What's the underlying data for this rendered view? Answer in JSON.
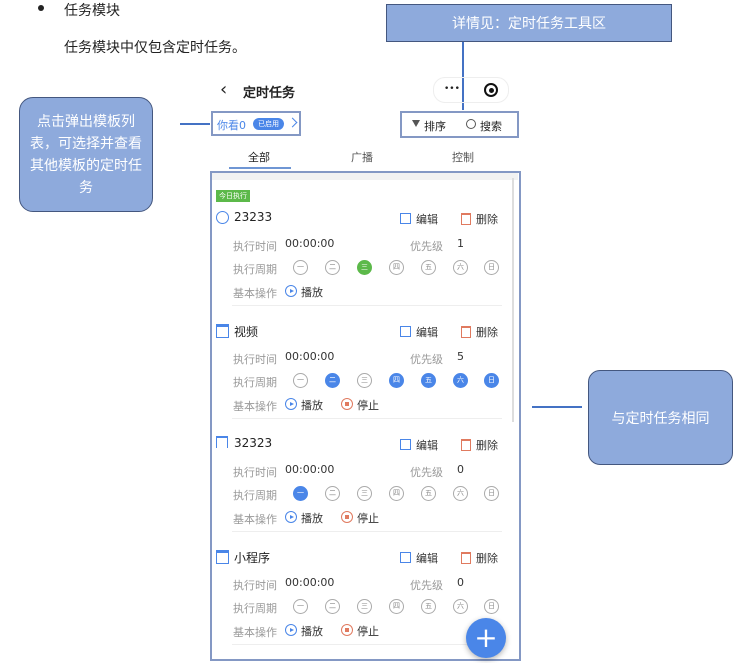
{
  "doc": {
    "bullet": "任务模块",
    "desc": "任务模块中仅包含定时任务。"
  },
  "callouts": {
    "toolbar": "详情见：定时任务工具区",
    "template": "点击弹出模板列表，可选择并查看其他模板的定时任务",
    "same": "与定时任务相同"
  },
  "app": {
    "title": "定时任务",
    "back": "‹",
    "more": "•••",
    "template_name": "你看0",
    "template_badge": "已启用",
    "sort": "排序",
    "search": "搜索",
    "tabs": [
      {
        "label": "全部"
      },
      {
        "label": "广播"
      },
      {
        "label": "控制"
      }
    ],
    "labels": {
      "time": "执行时间",
      "period": "执行周期",
      "ops": "基本操作",
      "priority": "优先级",
      "edit": "编辑",
      "delete": "删除",
      "play": "播放",
      "stop": "停止",
      "today": "今日执行"
    },
    "weekdays": [
      "一",
      "二",
      "三",
      "四",
      "五",
      "六",
      "日"
    ],
    "tasks": [
      {
        "name": "23233",
        "icon": "dial-icon",
        "today": true,
        "time": "00:00:00",
        "priority": "1",
        "days": [
          0,
          0,
          1,
          0,
          0,
          0,
          0
        ],
        "color": "#5cb94a",
        "stop": false
      },
      {
        "name": "视频",
        "icon": "video-icon",
        "today": false,
        "time": "00:00:00",
        "priority": "5",
        "days": [
          0,
          1,
          0,
          1,
          1,
          1,
          1
        ],
        "color": "#4a86e8",
        "stop": true
      },
      {
        "name": "32323",
        "icon": "music-icon",
        "today": false,
        "time": "00:00:00",
        "priority": "0",
        "days": [
          1,
          0,
          0,
          0,
          0,
          0,
          0
        ],
        "color": "#4a86e8",
        "stop": true
      },
      {
        "name": "小程序",
        "icon": "video-icon",
        "today": false,
        "time": "00:00:00",
        "priority": "0",
        "days": [
          0,
          0,
          0,
          0,
          0,
          0,
          0
        ],
        "color": "#4a86e8",
        "stop": true
      }
    ],
    "fab": "+"
  }
}
